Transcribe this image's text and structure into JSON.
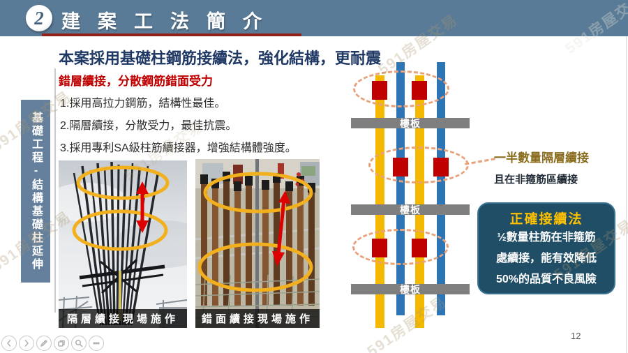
{
  "header": {
    "badge": "2",
    "title": "建案工法簡介"
  },
  "sidebar": {
    "label": "基礎工程-結構基礎柱延伸"
  },
  "content": {
    "heading": "本案採用基礎柱鋼筋接續法，強化結構，更耐震",
    "subheading": "錯層續接，分散鋼筋錯面受力",
    "bullets": [
      "1.採用高拉力鋼筋，結構性最佳。",
      "2.隔層續接，分散受力，最佳抗震。",
      "3.採用專利SA級柱筋續接器，增強結構體強度。"
    ]
  },
  "photos": [
    {
      "caption": "隔層續接現場施作"
    },
    {
      "caption": "錯面續接現場施作"
    }
  ],
  "diagram": {
    "slabs": [
      "樓板",
      "樓板",
      "樓板"
    ],
    "annotation_line1": "一半數量隔層續接",
    "annotation_line2": "且在非箍筋區續接",
    "colors": {
      "rebar_yellow": "#F5B800",
      "rebar_blue": "#2E75B6",
      "coupler_red": "#C00000",
      "slab_gray": "#7F7F7F",
      "ellipse_dash": "#E8A178"
    }
  },
  "correct_box": {
    "title": "正確接續法",
    "title_color": "#FFC000",
    "bg": "#1F4E66",
    "lines": [
      "½數量柱筋在非箍筋",
      "處續接，能有效降低",
      "50%的品質不良風險"
    ]
  },
  "page_number": "12",
  "toolbar": {
    "icons": [
      "prev",
      "next",
      "pen",
      "slides",
      "zoom",
      "more"
    ]
  },
  "watermark": {
    "text": "591房屋交易"
  }
}
